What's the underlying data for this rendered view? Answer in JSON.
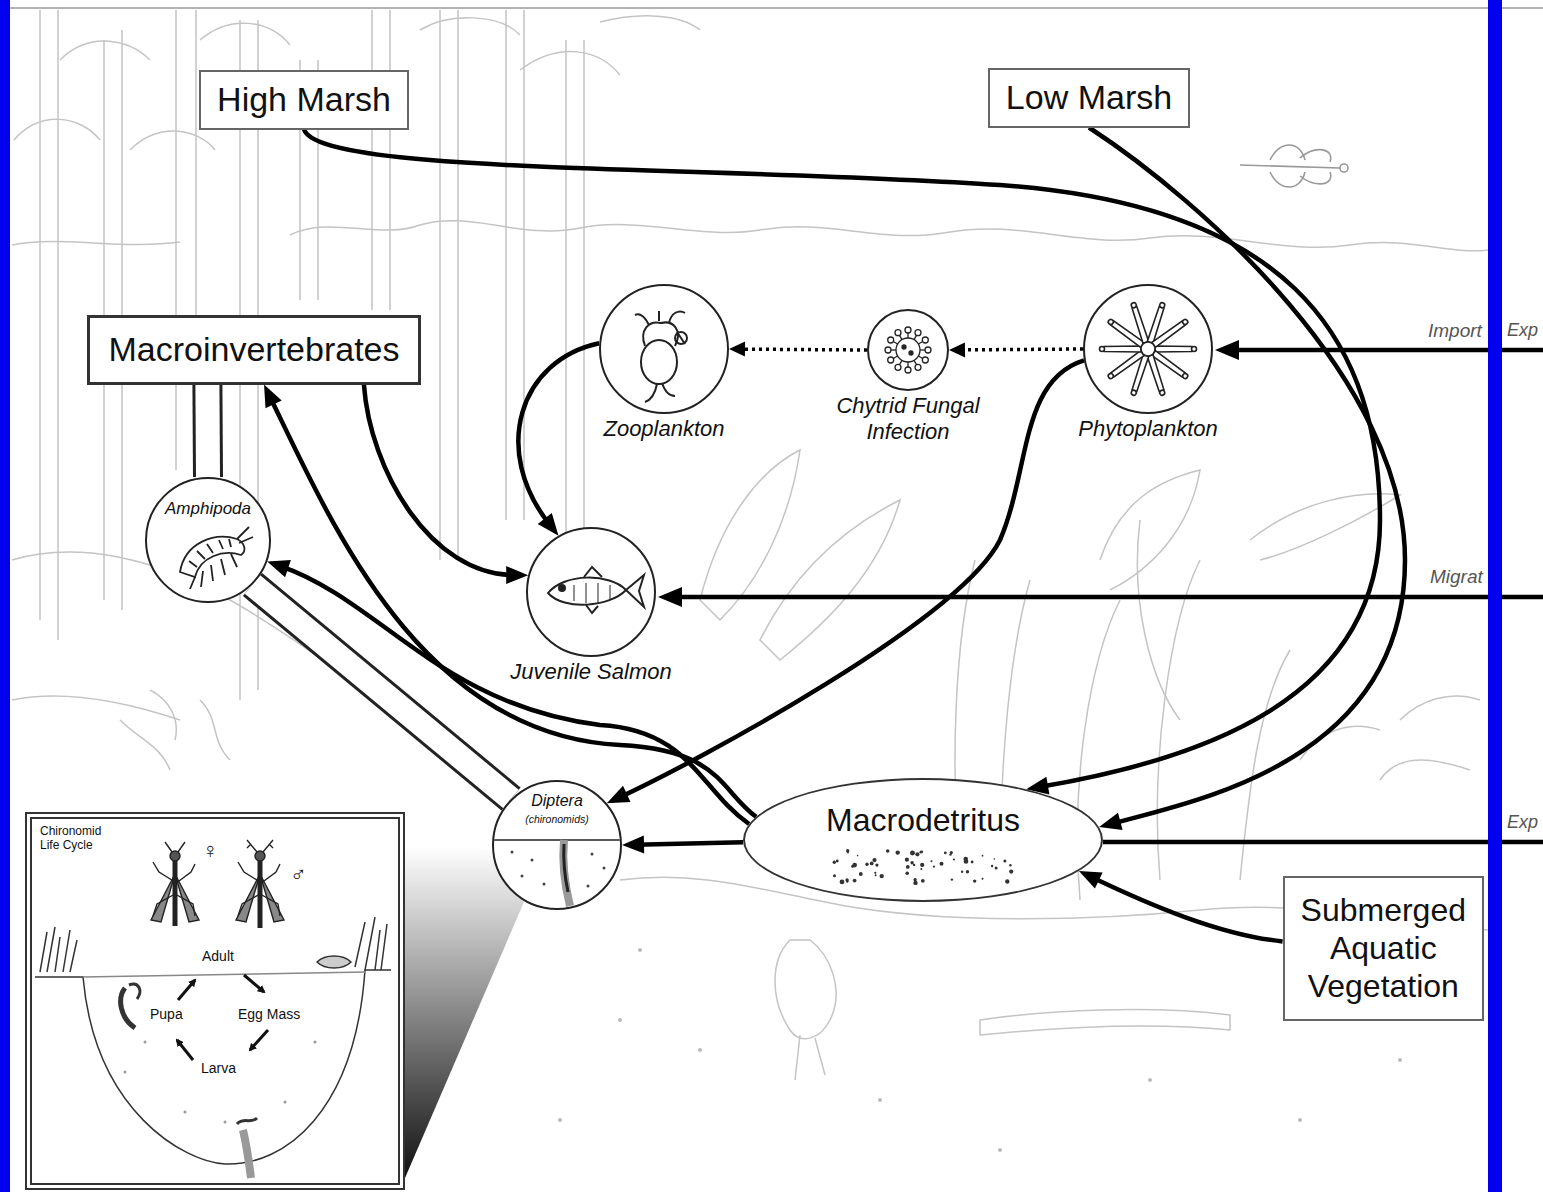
{
  "diagram": {
    "nodes": [
      {
        "text": [
          "High Marsh"
        ]
      },
      {
        "text": [
          "Low Marsh"
        ]
      },
      {
        "text": [
          "Macroinvertebrates"
        ]
      },
      {
        "text": [
          "Zooplankton"
        ]
      },
      {
        "text": [
          "Chytrid Fungal Infection"
        ]
      },
      {
        "text": [
          "Phytoplankton"
        ]
      },
      {
        "text": [
          "Amphipoda"
        ]
      },
      {
        "text": [
          "Juvenile Salmon"
        ]
      },
      {
        "text": [
          "Diptera",
          "(chironomids)"
        ]
      },
      {
        "text": [
          "Macrodetritus"
        ]
      },
      {
        "text": [
          "Submerged Aquatic Vegetation"
        ]
      },
      {
        "text": [
          "Chironomid Life Cycle"
        ]
      }
    ],
    "edges": [
      {
        "from": 0,
        "to": 9,
        "arrow": "to"
      },
      {
        "from": 1,
        "to": 9,
        "arrow": "to"
      },
      {
        "from": 5,
        "to": 4,
        "arrow": "to"
      },
      {
        "from": 4,
        "to": 3,
        "arrow": "to"
      },
      {
        "from": 3,
        "to": 7,
        "arrow": "to"
      },
      {
        "from": 2,
        "to": 7,
        "arrow": "to"
      },
      {
        "from": 5,
        "to": 8,
        "arrow": "to"
      },
      {
        "from": 9,
        "to": 8,
        "arrow": "to"
      },
      {
        "from": 9,
        "to": 6,
        "arrow": "to"
      },
      {
        "from": 9,
        "to": 2,
        "arrow": "to"
      },
      {
        "from": 10,
        "to": 9,
        "arrow": "to"
      },
      {
        "from": 2,
        "to": 6,
        "arrow": "none"
      },
      {
        "from": 6,
        "to": 8,
        "arrow": "none"
      }
    ],
    "labels": [
      "Import",
      "Exp",
      "Migrat",
      "Exp",
      "Adult",
      "Egg Mass",
      "Larva",
      "Pupa",
      "♀",
      "♂"
    ]
  }
}
